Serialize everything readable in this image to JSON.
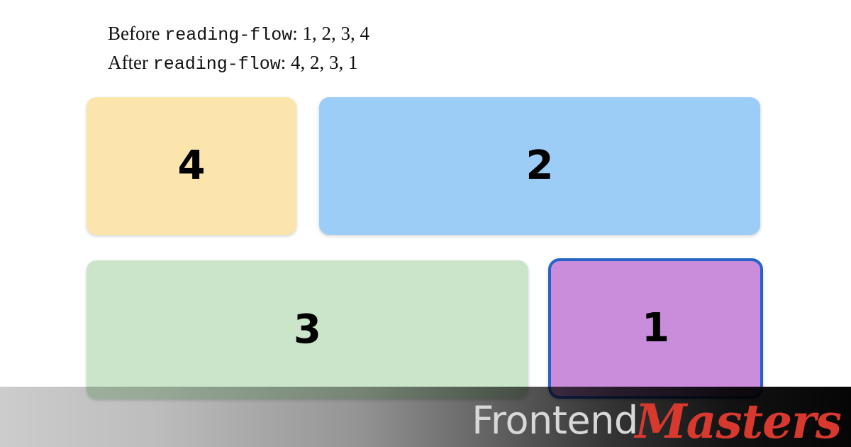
{
  "caption": {
    "before_prefix": "Before ",
    "before_property": "reading-flow",
    "before_order": ": 1, 2, 3, 4",
    "after_prefix": "After ",
    "after_property": "reading-flow",
    "after_order": ": 4, 2, 3, 1"
  },
  "grid": {
    "boxes": [
      {
        "label": "4",
        "source_order": 1,
        "visual_position": "row-1-left",
        "color": "#fbe5ac",
        "focused": false
      },
      {
        "label": "2",
        "source_order": 2,
        "visual_position": "row-1-right",
        "color": "#9ccdf7",
        "focused": false
      },
      {
        "label": "3",
        "source_order": 3,
        "visual_position": "row-2-left",
        "color": "#cae5ca",
        "focused": false
      },
      {
        "label": "1",
        "source_order": 4,
        "visual_position": "row-2-right",
        "color": "#ca8ddc",
        "focused": true,
        "focus_ring_color": "#2563c9"
      }
    ]
  },
  "footer": {
    "brand_first": "Frontend",
    "brand_second": "Masters",
    "brand_first_color": "#d8d8d8",
    "brand_second_color": "#d8392f"
  }
}
